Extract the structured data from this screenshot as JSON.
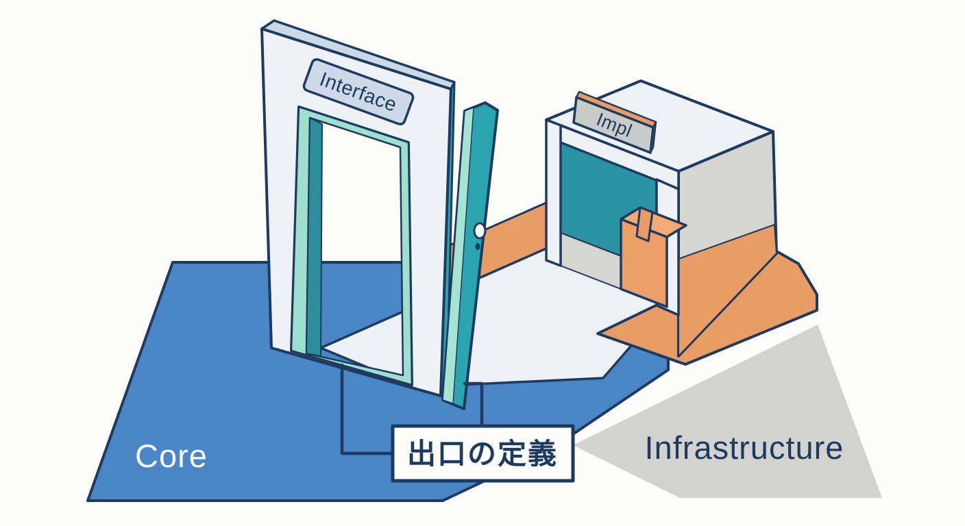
{
  "diagram": {
    "type": "isometric-architecture-illustration",
    "labels": {
      "interface_sign": "Interface",
      "impl_sign": "Impl",
      "core_region": "Core",
      "infrastructure_region": "Infrastructure",
      "exit_definition_callout": "出口の定義"
    },
    "colors": {
      "background": "#fcfcfa",
      "outline_navy": "#1e3a5e",
      "core_blue": "#4a86c6",
      "infrastructure_gray": "#d2d2ce",
      "path_orange": "#e99c65",
      "door_teal": "#2ba4af",
      "mint": "#9ee0cd",
      "mint_light": "#a5e3d2",
      "dark_teal_reveal": "#2e8d9a",
      "interior_teal": "#2b92a3",
      "surface_white": "#eef2f7",
      "path_white": "#edf1f6",
      "frame_top_side": "#c9d9e6",
      "interface_plaque_fill": "#cdd9e7",
      "impl_plaque_gray": "#c9cbc9",
      "box_orange": "#ec9f68",
      "box_top_orange": "#f2ab77",
      "building_wall_gray": "#d5d5d2",
      "callout_bg": "#fdfdfc",
      "core_text": "#fafbfc"
    }
  }
}
